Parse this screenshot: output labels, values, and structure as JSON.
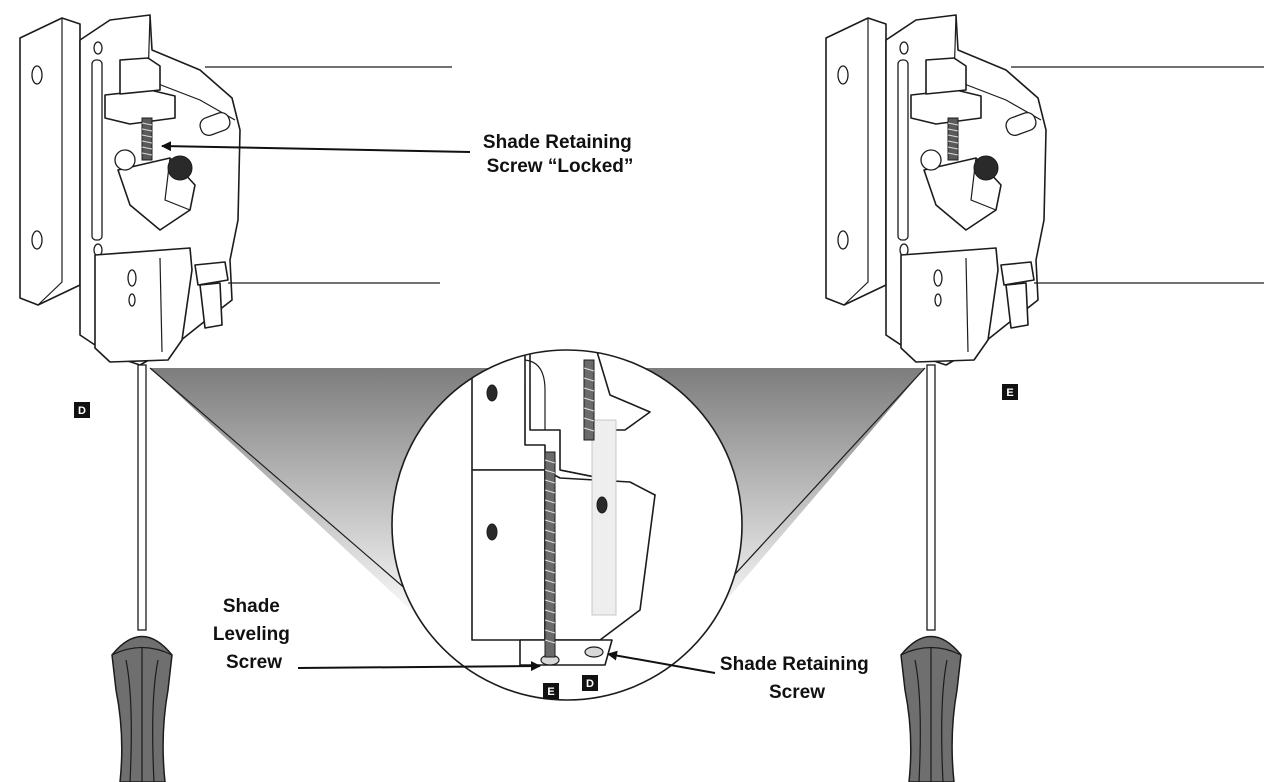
{
  "diagram": {
    "labels": {
      "retaining_locked_line1": "Shade Retaining",
      "retaining_locked_line2": "Screw “Locked”",
      "leveling_line1": "Shade",
      "leveling_line2": "Leveling",
      "leveling_line3": "Screw",
      "retaining_line1": "Shade Retaining",
      "retaining_line2": "Screw"
    },
    "badges": {
      "left_bracket": "D",
      "right_bracket": "E",
      "detail_leveling": "E",
      "detail_retaining": "D"
    },
    "colors": {
      "line": "#1c1c1c",
      "badge_fill": "#111111",
      "badge_text": "#ffffff",
      "spotlight_dark": "#7d7d7d",
      "spotlight_light": "#ffffff",
      "screwdriver_handle": "#6f6f6f"
    }
  }
}
